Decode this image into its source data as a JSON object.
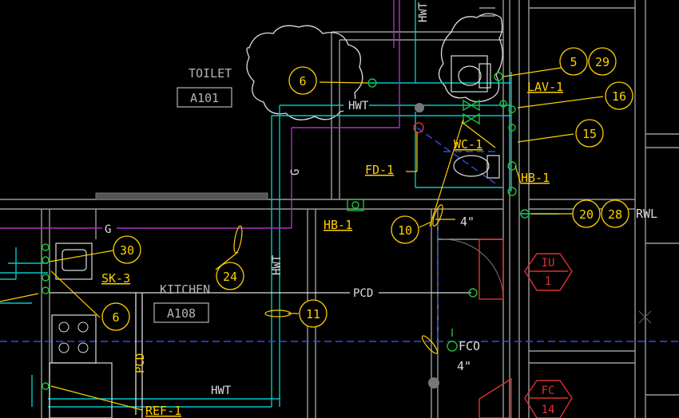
{
  "rooms": {
    "toilet": {
      "name": "TOILET",
      "tag": "A101"
    },
    "kitchen": {
      "name": "KITCHEN",
      "tag": "A108"
    }
  },
  "pipes": {
    "hwt_top": "HWT",
    "hwt_vertical": "HWT",
    "hwt_bottom": "HWT",
    "hwt_upper_riser": "HWT",
    "gas_horizontal": "G",
    "gas_vertical": "G",
    "pcd_horizontal": "PCD",
    "pcd_vertical": "PCD"
  },
  "fixtures": {
    "lav": "LAV-1",
    "wc": "WC-1",
    "fd": "FD-1",
    "hb_right": "HB-1",
    "hb_lower": "HB-1",
    "sk": "SK-3",
    "ref": "REF-1",
    "rwl": "RWL",
    "fco": "FCO",
    "fco_size": "4\"",
    "drain_size": "4\""
  },
  "keynotes": [
    "6",
    "5",
    "29",
    "16",
    "15",
    "20",
    "28",
    "10",
    "30",
    "24",
    "6",
    "11"
  ],
  "equipment": {
    "iu": {
      "label": "IU",
      "num": "1"
    },
    "fc": {
      "label": "FC",
      "num": "14"
    }
  },
  "colors": {
    "background": "#000000",
    "wall": "#9a9a9a",
    "hot_water": "#00c8c8",
    "gas": "#b030c0",
    "drain": "#3050e0",
    "keynote": "#ffd000",
    "equipment": "#e03030",
    "fixture_symbol": "#20c040",
    "text_gray": "#b4b4b4"
  }
}
